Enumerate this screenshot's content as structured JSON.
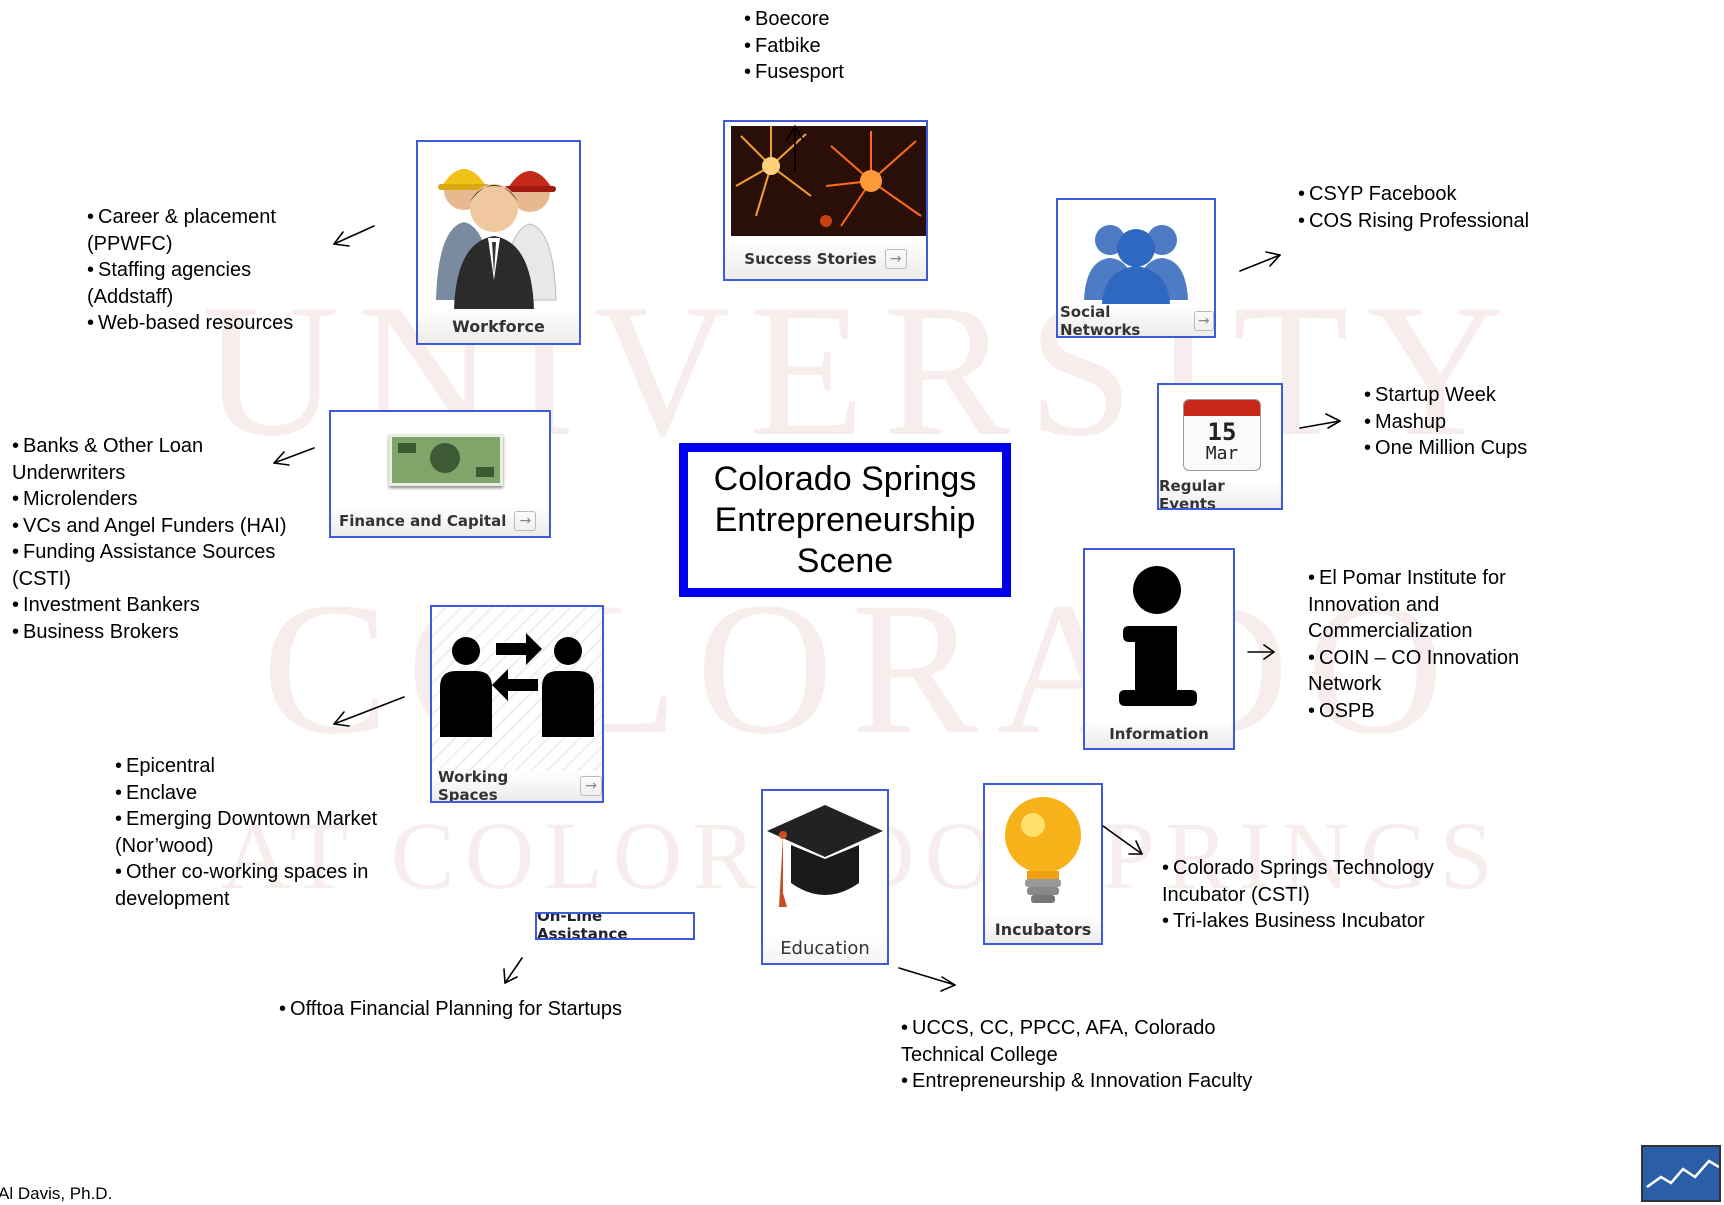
{
  "watermark": {
    "line1": "UNIVERSITY",
    "line2": "COLORADO",
    "line3": "AT COLORADO SPRINGS"
  },
  "center_title": [
    "Colorado Springs",
    "Entrepreneurship",
    "Scene"
  ],
  "tiles": {
    "success_stories": "Success Stories",
    "workforce": "Workforce",
    "social_networks": "Social Networks",
    "regular_events": "Regular Events",
    "finance": "Finance and Capital",
    "information": "Information",
    "working_spaces": "Working Spaces",
    "incubators": "Incubators",
    "education": "Education",
    "online": "On-Line Assistance"
  },
  "calendar": {
    "day": "15",
    "month": "Mar"
  },
  "lists": {
    "success_stories": [
      "Boecore",
      "Fatbike",
      "Fusesport"
    ],
    "workforce": [
      "Career & placement (PPWFC)",
      "Staffing agencies (Addstaff)",
      "Web-based resources"
    ],
    "social_networks": [
      "CSYP Facebook",
      "COS Rising Professional"
    ],
    "regular_events": [
      "Startup Week",
      "Mashup",
      "One Million Cups"
    ],
    "finance": [
      "Banks & Other Loan Underwriters",
      "Microlenders",
      "VCs and Angel Funders (HAI)",
      "Funding Assistance Sources (CSTI)",
      "Investment Bankers",
      "Business Brokers"
    ],
    "information": [
      "El Pomar Institute for Innovation and Commercialization",
      "COIN – CO Innovation Network",
      "OSPB"
    ],
    "working_spaces": [
      "Epicentral",
      "Enclave",
      "Emerging Downtown Market (Nor’wood)",
      "Other co-working spaces in development"
    ],
    "incubators": [
      "Colorado Springs Technology Incubator (CSTI)",
      "Tri-lakes Business Incubator"
    ],
    "online": [
      "Offtoa Financial Planning for Startups"
    ],
    "education": [
      "UCCS, CC, PPCC, AFA, Colorado Technical College",
      "Entrepreneurship & Innovation Faculty"
    ]
  },
  "author": "Al Davis, Ph.D.",
  "colors": {
    "tile_border": "#3b5bdb",
    "center_border": "#0000ee",
    "watermark": "#f7eded"
  }
}
